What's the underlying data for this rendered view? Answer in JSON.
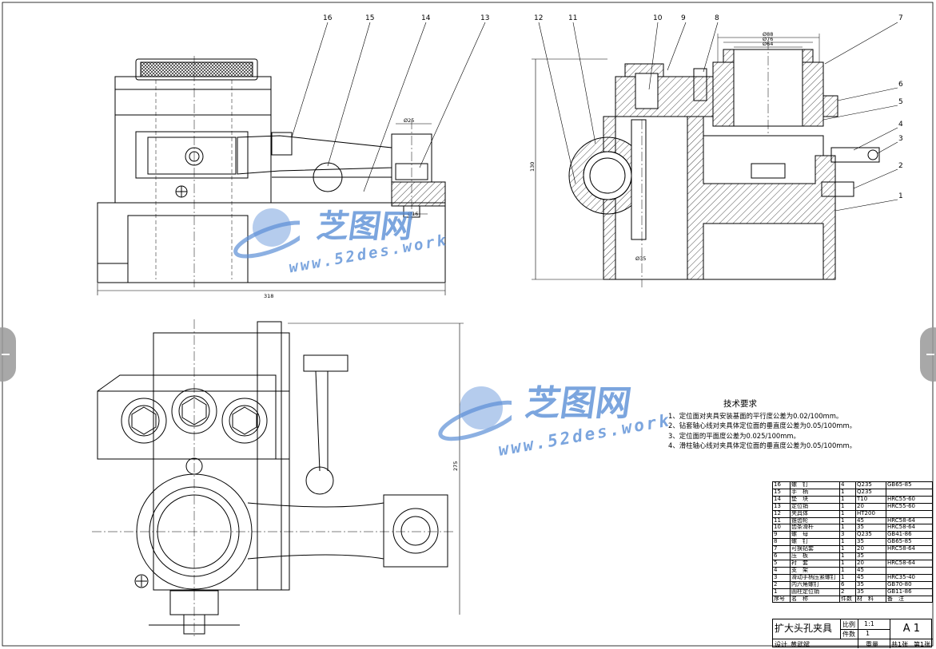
{
  "callouts": [
    "16",
    "15",
    "14",
    "13",
    "12",
    "11",
    "10",
    "9",
    "8",
    "7",
    "6",
    "5",
    "4",
    "3",
    "2",
    "1"
  ],
  "dims": {
    "width_total": "318",
    "height_front": "275",
    "bore_outer": "Ø88",
    "bore_mid": "Ø76",
    "bore_inner": "Ø64",
    "pin_dia": "Ø25",
    "base_dia": "Ø35",
    "height_side": "130",
    "slot": "Ø16"
  },
  "watermark": {
    "cn": "芝图网",
    "url": "www.52des.work"
  },
  "tech_requirements": {
    "title": "技术要求",
    "items": [
      "1、定位面对夹具安装基面的平行度公差为0.02/100mm。",
      "2、钻套轴心线对夹具体定位面的垂直度公差为0.05/100mm。",
      "3、定位面的平面度公差为0.025/100mm。",
      "4、滑柱轴心线对夹具体定位面的垂直度公差为0.05/100mm。"
    ]
  },
  "bom": [
    {
      "no": "16",
      "name": "螺　钉",
      "qty": "4",
      "mat": "Q235",
      "note": "GB65-85"
    },
    {
      "no": "15",
      "name": "手　柄",
      "qty": "1",
      "mat": "Q235",
      "note": ""
    },
    {
      "no": "14",
      "name": "垫　块",
      "qty": "1",
      "mat": "T10",
      "note": "HRC55-60"
    },
    {
      "no": "13",
      "name": "定位销",
      "qty": "1",
      "mat": "20",
      "note": "HRC55-60"
    },
    {
      "no": "12",
      "name": "夹具体",
      "qty": "1",
      "mat": "HT200",
      "note": ""
    },
    {
      "no": "11",
      "name": "锥齿轮",
      "qty": "1",
      "mat": "45",
      "note": "HRC58-64"
    },
    {
      "no": "10",
      "name": "齿条滑杆",
      "qty": "1",
      "mat": "35",
      "note": "HRC58-64"
    },
    {
      "no": "9",
      "name": "螺　母",
      "qty": "3",
      "mat": "Q235",
      "note": "GB41-86"
    },
    {
      "no": "8",
      "name": "螺　钉",
      "qty": "1",
      "mat": "35",
      "note": "GB65-85"
    },
    {
      "no": "7",
      "name": "可换钻套",
      "qty": "1",
      "mat": "20",
      "note": "HRC58-64"
    },
    {
      "no": "6",
      "name": "压　板",
      "qty": "1",
      "mat": "35",
      "note": ""
    },
    {
      "no": "5",
      "name": "衬　套",
      "qty": "1",
      "mat": "20",
      "note": "HRC58-64"
    },
    {
      "no": "4",
      "name": "支　架",
      "qty": "1",
      "mat": "45",
      "note": ""
    },
    {
      "no": "3",
      "name": "滑动手柄压紧螺钉",
      "qty": "1",
      "mat": "45",
      "note": "HRC35-40"
    },
    {
      "no": "2",
      "name": "内六角螺钉",
      "qty": "6",
      "mat": "35",
      "note": "GB70-80"
    },
    {
      "no": "1",
      "name": "圆柱定位销",
      "qty": "2",
      "mat": "35",
      "note": "GB11-86"
    }
  ],
  "bom_header": {
    "no": "序号",
    "name": "名　称",
    "qty": "件数",
    "mat": "材　料",
    "note": "备　注"
  },
  "title_block": {
    "name": "扩大头孔夹具",
    "scale_label": "比例",
    "scale": "1:1",
    "qty_label": "件数",
    "qty": "1",
    "weight_label": "重量",
    "design": "设计",
    "designer": "黄武斌",
    "drawing_no": "A 1",
    "sheets": "共1张",
    "sheet_no": "第1张"
  }
}
